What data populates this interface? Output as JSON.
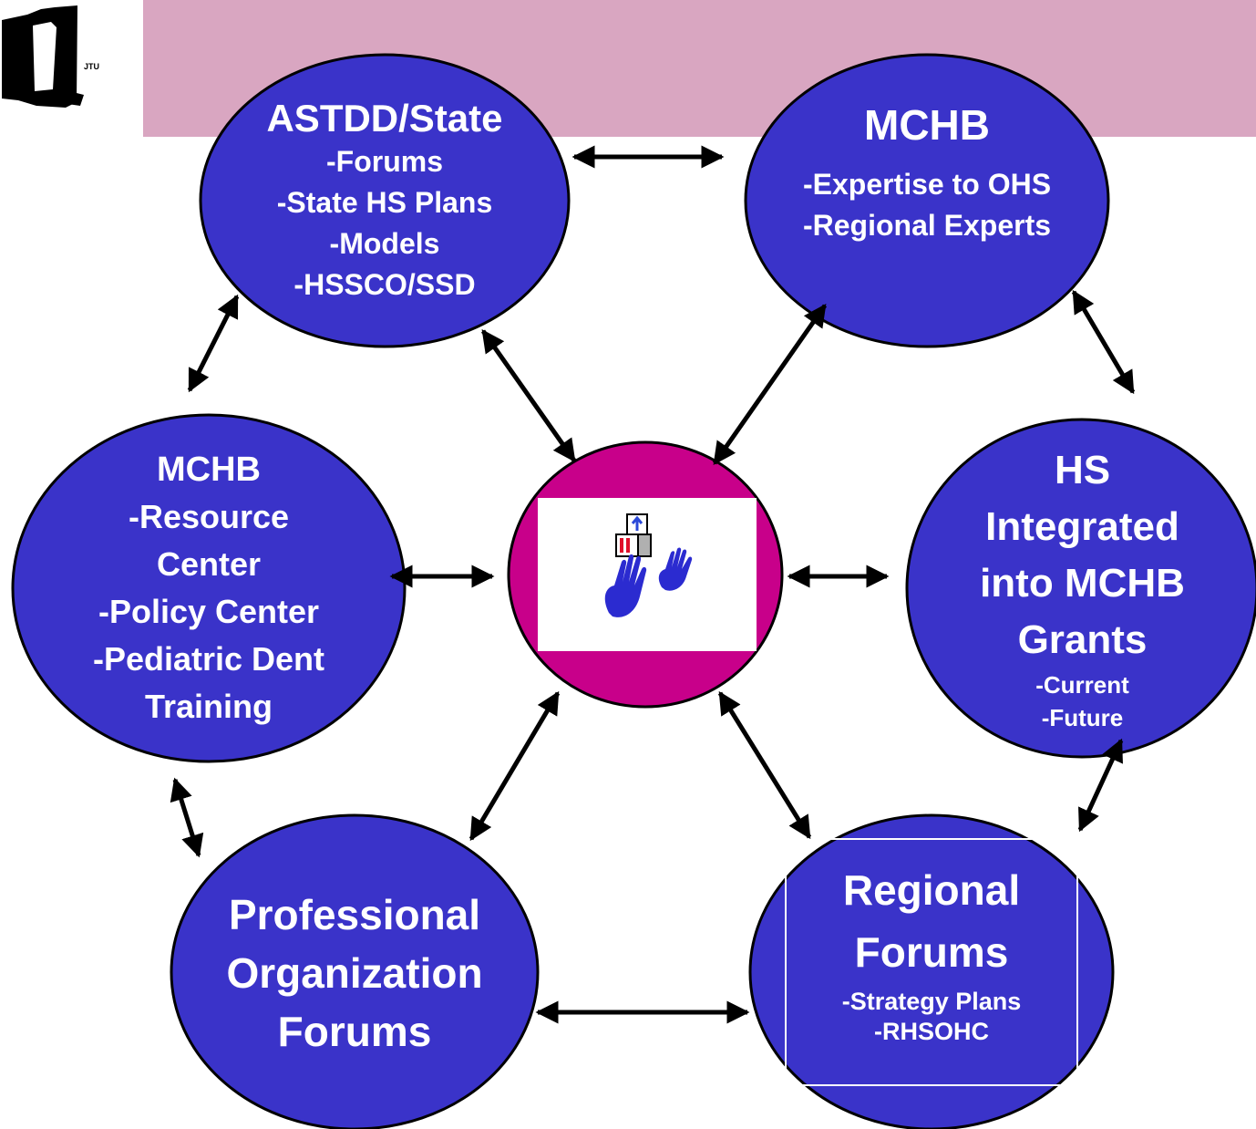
{
  "colors": {
    "banner": "#d9a6c1",
    "node_fill": "#3a33c9",
    "center_fill": "#c8008a",
    "text": "#ffffff",
    "arrow": "#000000"
  },
  "logo": {
    "mark": "JTU"
  },
  "center": {
    "icon": "head-start-blocks-hands-icon"
  },
  "nodes": {
    "astdd": {
      "title": "ASTDD/State",
      "lines": [
        "-Forums",
        "-State HS Plans",
        "-Models",
        "-HSSCO/SSD"
      ]
    },
    "mchb_top": {
      "title": "MCHB",
      "lines": [
        "-Expertise to OHS",
        "-Regional Experts"
      ]
    },
    "mchb_left": {
      "title": "MCHB",
      "lines": [
        "-Resource",
        "Center",
        "-Policy Center",
        "-Pediatric Dent",
        "Training"
      ]
    },
    "hs": {
      "title_lines": [
        "HS",
        "Integrated",
        "into MCHB",
        "Grants"
      ],
      "lines": [
        "-Current",
        "-Future"
      ]
    },
    "prof": {
      "title_lines": [
        "Professional",
        "Organization",
        "Forums"
      ]
    },
    "regional": {
      "title_lines": [
        "Regional",
        "Forums"
      ],
      "lines": [
        "-Strategy Plans",
        "-RHSOHC"
      ]
    }
  }
}
